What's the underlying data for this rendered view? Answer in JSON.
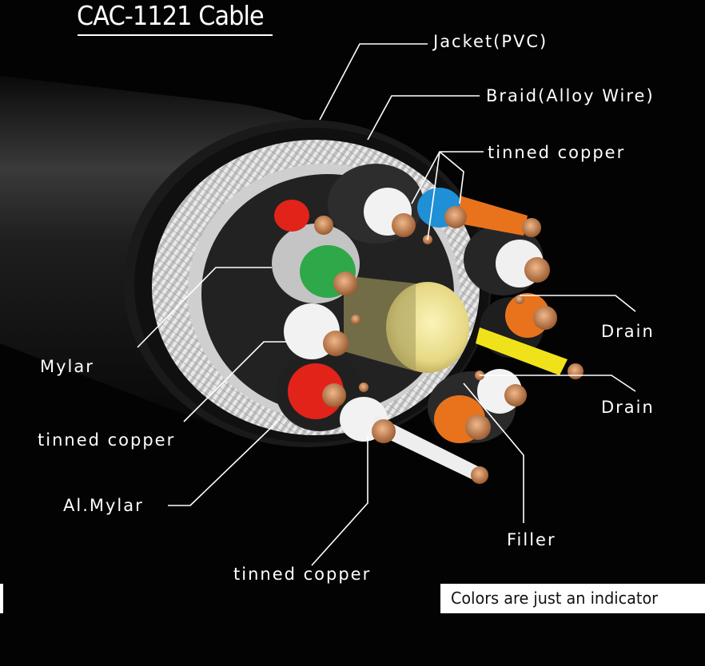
{
  "title": "CAC-1121 Cable",
  "labels": {
    "jacket": "Jacket(PVC)",
    "braid": "Braid(Alloy Wire)",
    "tinned_copper_top": "tinned copper",
    "drain_1": "Drain",
    "drain_2": "Drain",
    "mylar": "Mylar",
    "tinned_copper_left": "tinned copper",
    "al_mylar": "Al.Mylar",
    "filler": "Filler",
    "tinned_copper_bottom": "tinned copper"
  },
  "note": "Colors are just an indicator",
  "colors": {
    "background": "#030303",
    "jacket": "#1c1c1c",
    "braid": "#d8d8d8",
    "copper": "#c8875a",
    "filler": "#e8de90",
    "wire_red": "#e2231a",
    "wire_blue": "#1f8fd6",
    "wire_green": "#2fa84a",
    "wire_orange": "#e8731c",
    "wire_yellow": "#f0e21a",
    "wire_white": "#f2f2f2"
  }
}
